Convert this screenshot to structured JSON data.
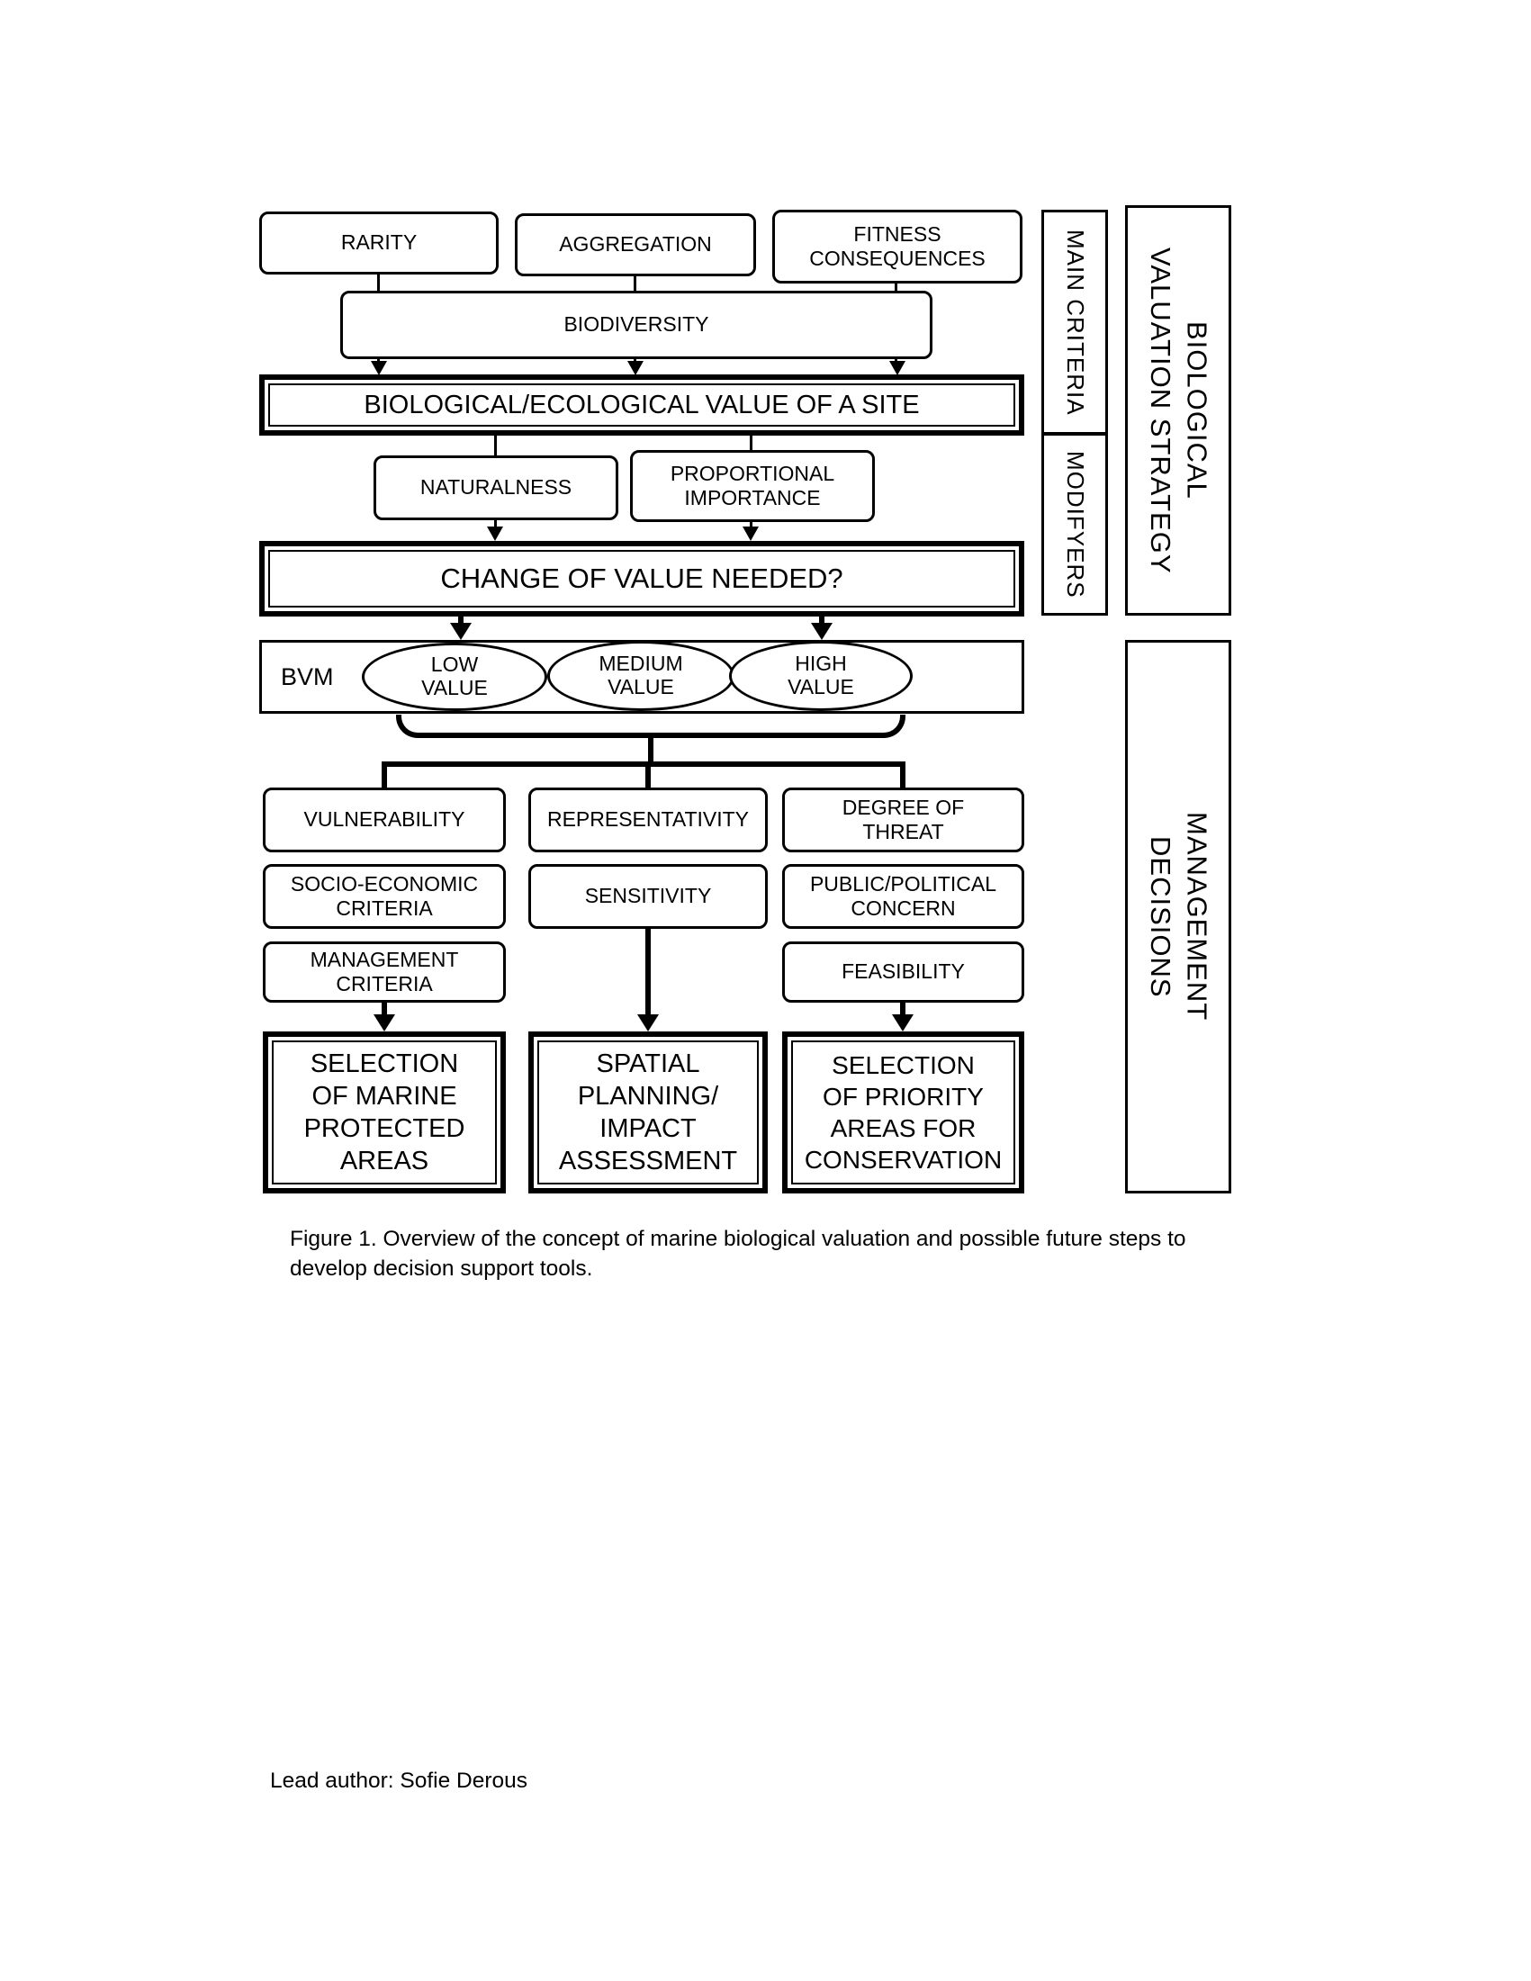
{
  "figure": {
    "caption": "Figure 1. Overview of the concept of marine biological valuation and possible future steps to develop decision support tools.",
    "lead_author": "Lead author: Sofie Derous"
  },
  "colors": {
    "ink": "#000000",
    "paper": "#ffffff"
  },
  "nodes": {
    "rarity": "RARITY",
    "aggregation": "AGGREGATION",
    "fitness_consequences": "FITNESS\nCONSEQUENCES",
    "biodiversity": "BIODIVERSITY",
    "site_value": "BIOLOGICAL/ECOLOGICAL VALUE OF A SITE",
    "naturalness": "NATURALNESS",
    "proportional_importance": "PROPORTIONAL\nIMPORTANCE",
    "change_of_value": "CHANGE OF VALUE NEEDED?",
    "bvm_label": "BVM",
    "low_value": "LOW\nVALUE",
    "medium_value": "MEDIUM\nVALUE",
    "high_value": "HIGH\nVALUE",
    "vulnerability": "VULNERABILITY",
    "socio_economic": "SOCIO-ECONOMIC\nCRITERIA",
    "management_criteria": "MANAGEMENT\nCRITERIA",
    "selection_mpa": "SELECTION\nOF MARINE\nPROTECTED\nAREAS",
    "representativity": "REPRESENTATIVITY",
    "sensitivity": "SENSITIVITY",
    "spatial_planning": "SPATIAL\nPLANNING/\nIMPACT\nASSESSMENT",
    "degree_of_threat": "DEGREE OF\nTHREAT",
    "public_political": "PUBLIC/POLITICAL\nCONCERN",
    "feasibility": "FEASIBILITY",
    "selection_priority": "SELECTION\nOF PRIORITY\nAREAS FOR\nCONSERVATION"
  },
  "side_labels": {
    "main_criteria": "MAIN CRITERIA",
    "modifyers": "MODIFYERS",
    "strategy": "BIOLOGICAL\nVALUATION STRATEGY",
    "management_decisions": "MANAGEMENT\nDECISIONS"
  }
}
